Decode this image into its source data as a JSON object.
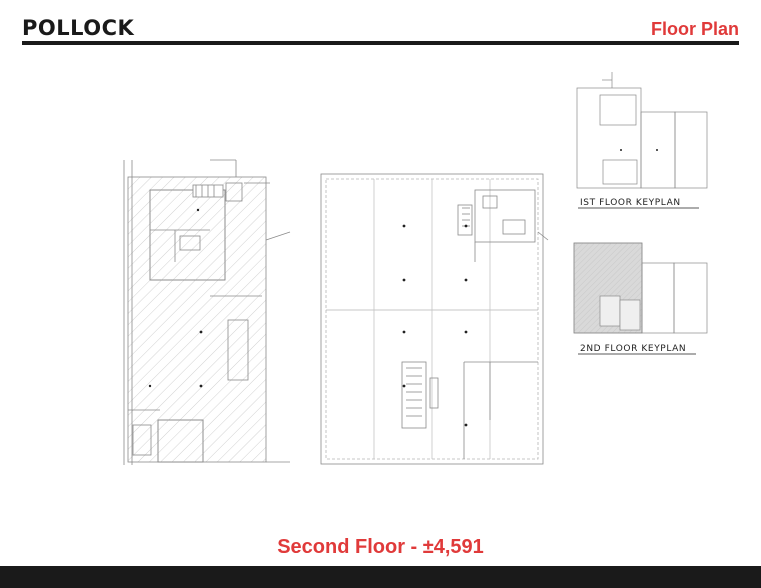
{
  "header": {
    "brand": "POLLOCK",
    "title": "Floor Plan"
  },
  "keyplans": {
    "first": "IST FLOOR KEYPLAN",
    "second": "2ND FLOOR KEYPLAN"
  },
  "caption": "Second Floor - ±4,591",
  "colors": {
    "accent": "#e03a3a",
    "dark": "#1a1a1a",
    "line": "#8a8a8a",
    "hatch": "#cfcfcf"
  }
}
